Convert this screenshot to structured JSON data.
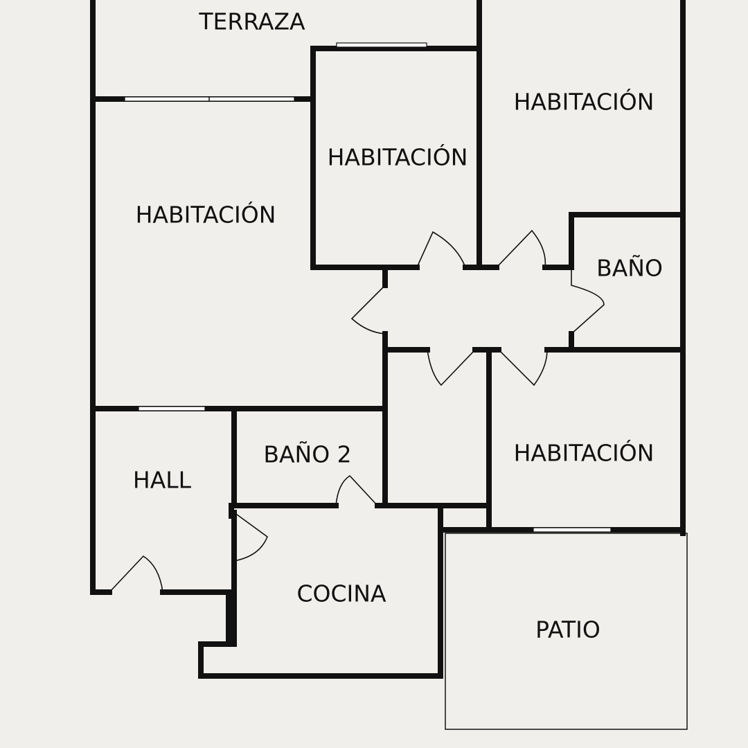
{
  "rooms": {
    "terraza": "TERRAZA",
    "habitacion_main": "HABITACIÓN",
    "habitacion_center": "HABITACIÓN",
    "habitacion_top_right": "HABITACIÓN",
    "bano": "BAÑO",
    "habitacion_bottom_right": "HABITACIÓN",
    "bano_2": "BAÑO 2",
    "hall": "HALL",
    "cocina": "COCINA",
    "patio": "PATIO"
  },
  "colors": {
    "background": "#f1efec",
    "wall": "#111111",
    "window": "#ffffff"
  }
}
